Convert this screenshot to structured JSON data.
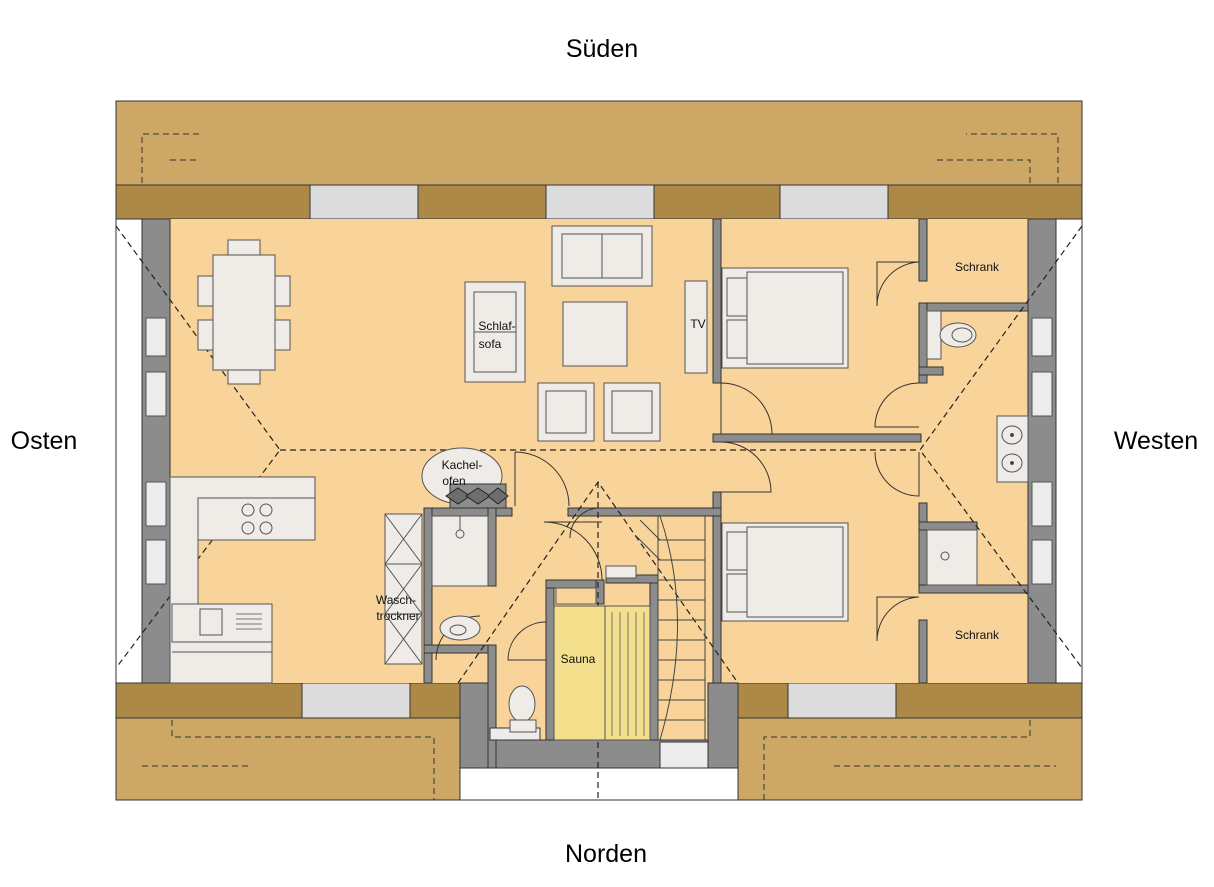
{
  "compass": {
    "south": "Süden",
    "north": "Norden",
    "east": "Osten",
    "west": "Westen"
  },
  "rooms": {
    "schrank_top": "Schrank",
    "schrank_bottom": "Schrank",
    "sofa_line1": "Schlaf-",
    "sofa_line2": "sofa",
    "tv": "TV",
    "kachel_line1": "Kachel-",
    "kachel_line2": "ofen",
    "wasch_line1": "Wasch-",
    "wasch_line2": "trockner",
    "sauna": "Sauna"
  },
  "colors": {
    "roof": "#cca765",
    "eave": "#ad8947",
    "floor": "#f8d49a",
    "wall": "#8c8c8c",
    "furniture": "#efebe6",
    "sauna": "#f4e08c"
  }
}
